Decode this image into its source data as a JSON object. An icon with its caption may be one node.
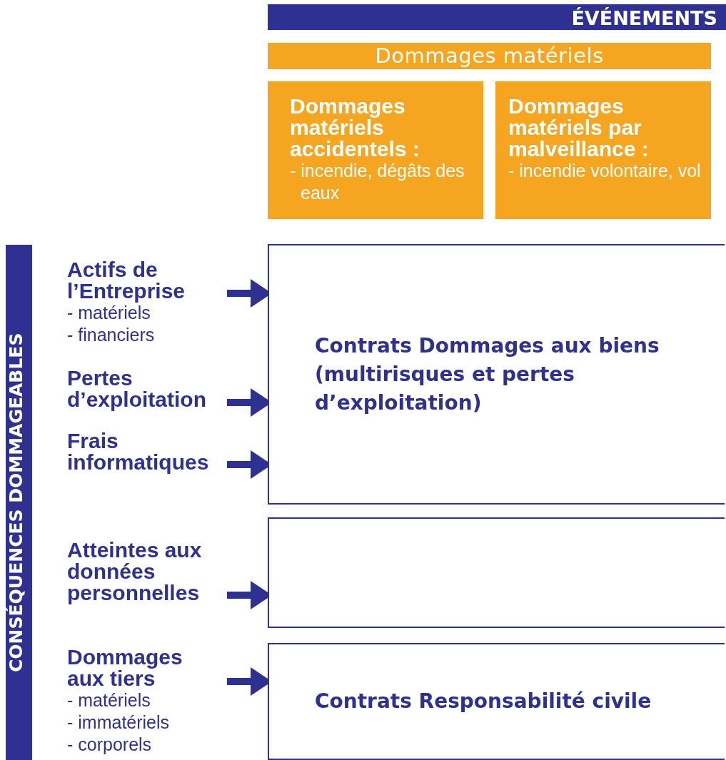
{
  "diagram": {
    "nodes": [
      {
        "text": [
          "ÉVÉNEMENTS"
        ]
      },
      {
        "text": [
          "Dommages matériels"
        ]
      },
      {
        "text": [
          "Dommages matériels accidentels :",
          "- incendie, dégâts des eaux"
        ]
      },
      {
        "text": [
          "Dommages matériels par malveillance :",
          "- incendie volontaire, vol"
        ]
      },
      {
        "text": [
          "CONSÉQUENCES DOMMAGEABLES"
        ]
      },
      {
        "text": [
          "Actifs de l’Entreprise",
          "- matériels",
          "- financiers"
        ]
      },
      {
        "text": [
          "Pertes d’exploitation"
        ]
      },
      {
        "text": [
          "Frais informatiques"
        ]
      },
      {
        "text": [
          "Contrats Dommages aux biens (multirisques et pertes d’exploitation)"
        ]
      },
      {
        "text": [
          "Atteintes aux données personnelles"
        ]
      },
      {
        "text": [],
        "shape": "box"
      },
      {
        "text": [
          "Dommages aux tiers",
          "- matériels",
          "- immatériels",
          "- corporels"
        ]
      },
      {
        "text": [
          "Contrats Responsabilité civile"
        ]
      }
    ],
    "edges": [
      {
        "from": 5,
        "to": 8,
        "arrow": "to"
      },
      {
        "from": 6,
        "to": 8,
        "arrow": "to"
      },
      {
        "from": 7,
        "to": 8,
        "arrow": "to"
      },
      {
        "from": 9,
        "to": 10,
        "arrow": "to"
      },
      {
        "from": 11,
        "to": 12,
        "arrow": "to"
      }
    ]
  }
}
